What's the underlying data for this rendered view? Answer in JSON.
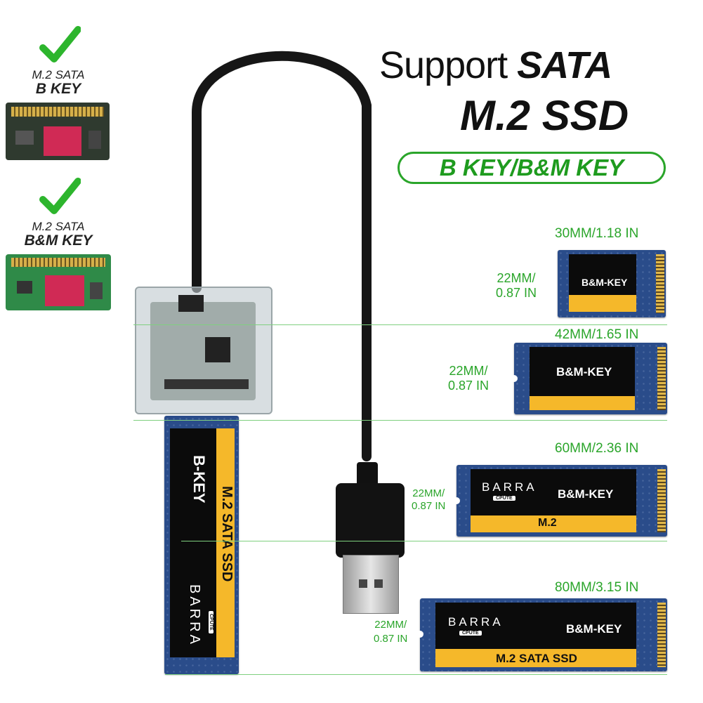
{
  "title": {
    "line1_regular": "Support",
    "line1_bold": "SATA",
    "line2": "M.2 SSD"
  },
  "key_pill": "B KEY/B&M KEY",
  "left_cards": [
    {
      "line1": "M.2 SATA",
      "line2": "B KEY"
    },
    {
      "line1": "M.2 SATA",
      "line2": "B&M KEY"
    }
  ],
  "sizes": [
    {
      "length": "30MM/1.18 IN",
      "width_line1": "22MM/",
      "width_line2": "0.87 IN",
      "key": "B&M-KEY",
      "brand": "",
      "sub": ""
    },
    {
      "length": "42MM/1.65 IN",
      "width_line1": "22MM/",
      "width_line2": "0.87 IN",
      "key": "B&M-KEY",
      "brand": "",
      "sub": ""
    },
    {
      "length": "60MM/2.36 IN",
      "width_line1": "22MM/",
      "width_line2": "0.87 IN",
      "key": "B&M-KEY",
      "brand": "BARRA",
      "sub": "M.2"
    },
    {
      "length": "80MM/3.15 IN",
      "width_line1": "22MM/",
      "width_line2": "0.87 IN",
      "key": "B&M-KEY",
      "brand": "BARRA",
      "sub": "M.2 SATA SSD"
    }
  ],
  "enclosure_ssd": {
    "key": "B-KEY",
    "sub": "M.2 SATA SSD",
    "brand": "BARRA",
    "badge": "CPUTE"
  },
  "badge": "CPUTE",
  "colors": {
    "accent_green": "#2aa52a",
    "pcb_blue": "#2a4c8a",
    "label_yellow": "#f5b82a"
  }
}
